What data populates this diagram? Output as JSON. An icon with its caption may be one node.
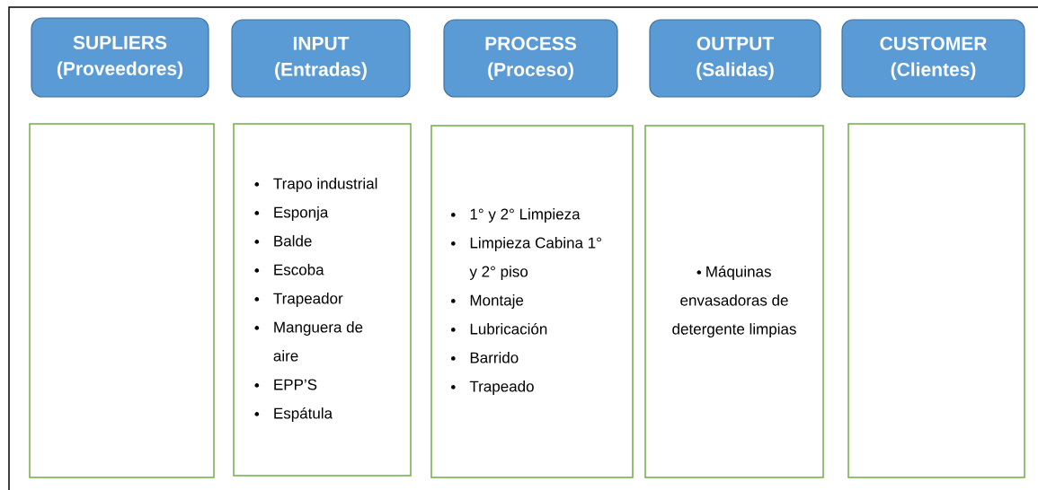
{
  "diagram": {
    "nodes": [
      {
        "text": [
          "SUPLIERS",
          "(Proveedores)"
        ]
      },
      {
        "text": [
          "INPUT",
          "(Entradas)"
        ]
      },
      {
        "text": [
          "PROCESS",
          "(Proceso)"
        ]
      },
      {
        "text": [
          "OUTPUT",
          "(Salidas)"
        ]
      },
      {
        "text": [
          "CUSTOMER",
          "(Clientes)"
        ]
      },
      {
        "text": [],
        "shape": "box"
      },
      {
        "text": [
          "Trapo industrial",
          "Esponja",
          "Balde",
          "Escoba",
          "Trapeador",
          "Manguera de aire",
          "EPP’S",
          "Espátula"
        ]
      },
      {
        "text": [
          "1° y 2° Limpieza",
          "Limpieza Cabina 1° y 2° piso",
          "Montaje",
          "Lubricación",
          "Barrido",
          "Trapeado"
        ]
      },
      {
        "text": [
          "Máquinas envasadoras de detergente limpias"
        ]
      },
      {
        "text": [],
        "shape": "box"
      }
    ]
  }
}
